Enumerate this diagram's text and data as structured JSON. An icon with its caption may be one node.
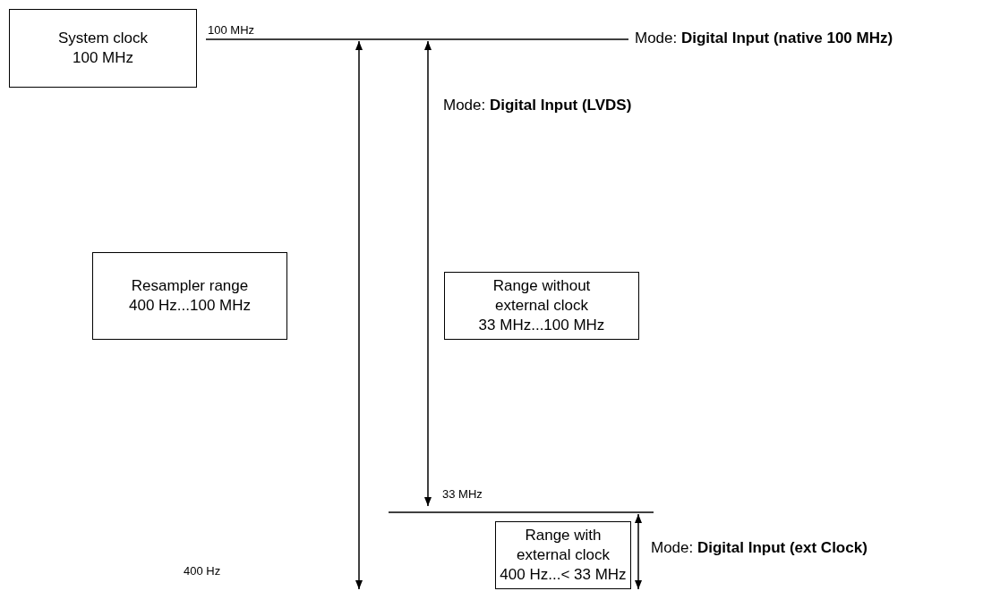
{
  "diagram": {
    "nodes": [
      {
        "text": [
          "System clock",
          "100 MHz"
        ]
      },
      {
        "text": [
          "Resampler range",
          "400 Hz...100 MHz"
        ]
      },
      {
        "text": [
          "Range without external clock",
          "33 MHz...100 MHz"
        ]
      },
      {
        "text": [
          "Range with external clock",
          "400 Hz...< 33 MHz"
        ]
      }
    ],
    "labels": [
      "100 MHz",
      "Mode: **Digital Input (native 100 MHz)**",
      "Mode: **Digital Input (LVDS)**",
      "33 MHz",
      "Mode: **Digital Input (ext Clock)**",
      "400 Hz"
    ]
  }
}
